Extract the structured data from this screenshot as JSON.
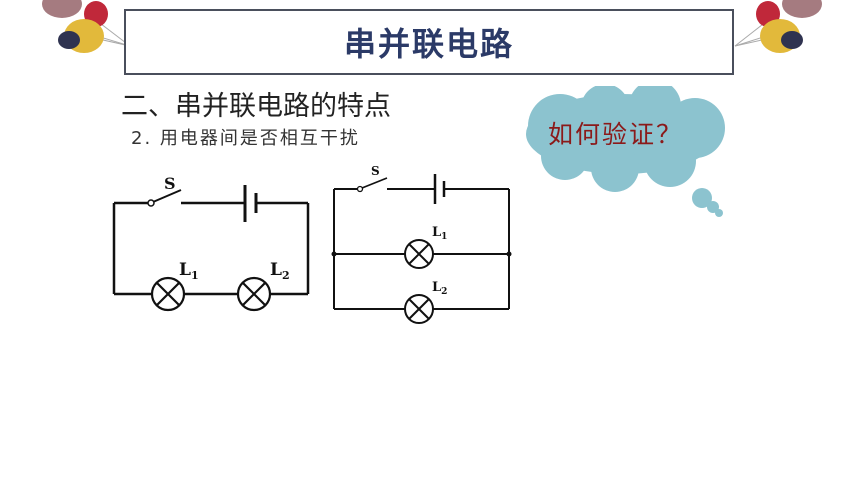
{
  "slide": {
    "title": "串并联电路",
    "heading": "二、串并联电路的特点",
    "subheading": "2. 用电器间是否相互干扰",
    "thought_bubble": "如何验证？"
  },
  "series_circuit": {
    "switch_label": "S",
    "lamp1_label": "L",
    "lamp1_sub": "1",
    "lamp2_label": "L",
    "lamp2_sub": "2"
  },
  "parallel_circuit": {
    "switch_label": "S",
    "lamp1_label": "L",
    "lamp1_sub": "1",
    "lamp2_label": "L",
    "lamp2_sub": "2"
  },
  "colors": {
    "title_text": "#2b3a67",
    "bubble_fill": "#8cc3cf",
    "bubble_text": "#8b1a1a",
    "balloon_red": "#c0283a",
    "balloon_yellow": "#e2b93b",
    "balloon_navy": "#2f3350",
    "balloon_mauve": "#a57b80"
  }
}
